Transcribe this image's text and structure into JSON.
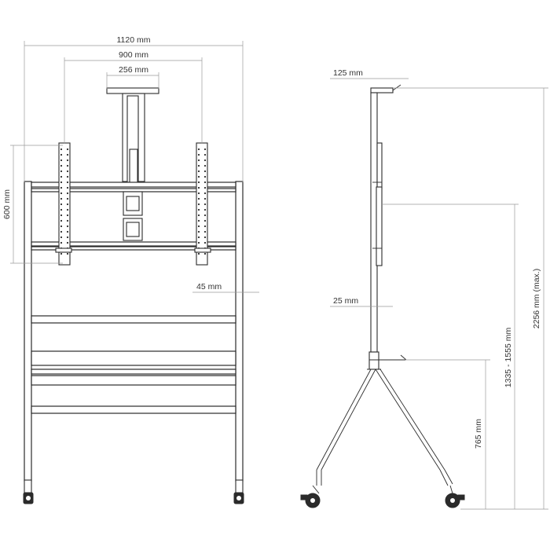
{
  "front_view": {
    "width_total": "1120 mm",
    "width_mount": "900 mm",
    "width_column": "256 mm",
    "height_mount": "600 mm",
    "depth_profile": "45 mm"
  },
  "side_view": {
    "top_plate": "125 mm",
    "pole": "25 mm",
    "height_max": "2256 mm (max.)",
    "height_range": "1335 - 1555 mm",
    "height_shelf": "765 mm"
  },
  "colors": {
    "line": "#2b2b2b",
    "dimension": "#9a9a9a",
    "text": "#333333"
  }
}
